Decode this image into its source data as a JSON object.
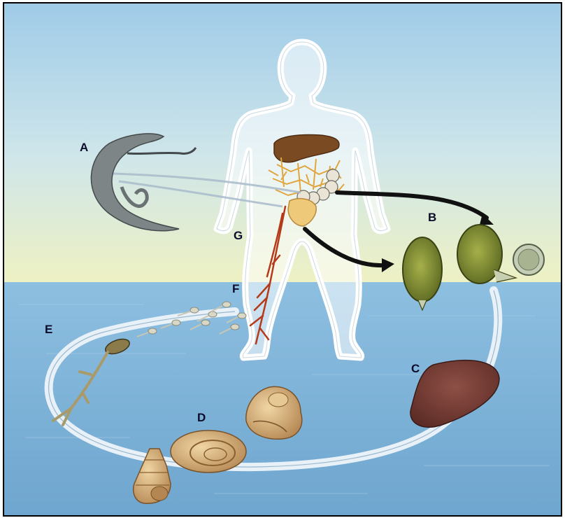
{
  "labels": {
    "a": "A",
    "b": "B",
    "c": "C",
    "d": "D",
    "e": "E",
    "f": "F",
    "g": "G"
  },
  "colors": {
    "sky_top": "#a4cde8",
    "sky_bottom": "#eef1c4",
    "water": "#7fb3d6",
    "body_outline": "#ffffff",
    "cycle_ring": "#e6f0f7",
    "liver": "#7a4a22",
    "vessels": "#e0a640",
    "vein": "#b53a1a",
    "arrow": "#111111",
    "adult_worm": "#7d8586",
    "egg_green": "#8c9a3a",
    "sporocyst": "#7a3a32",
    "snail_shell": "#d8b07a"
  }
}
